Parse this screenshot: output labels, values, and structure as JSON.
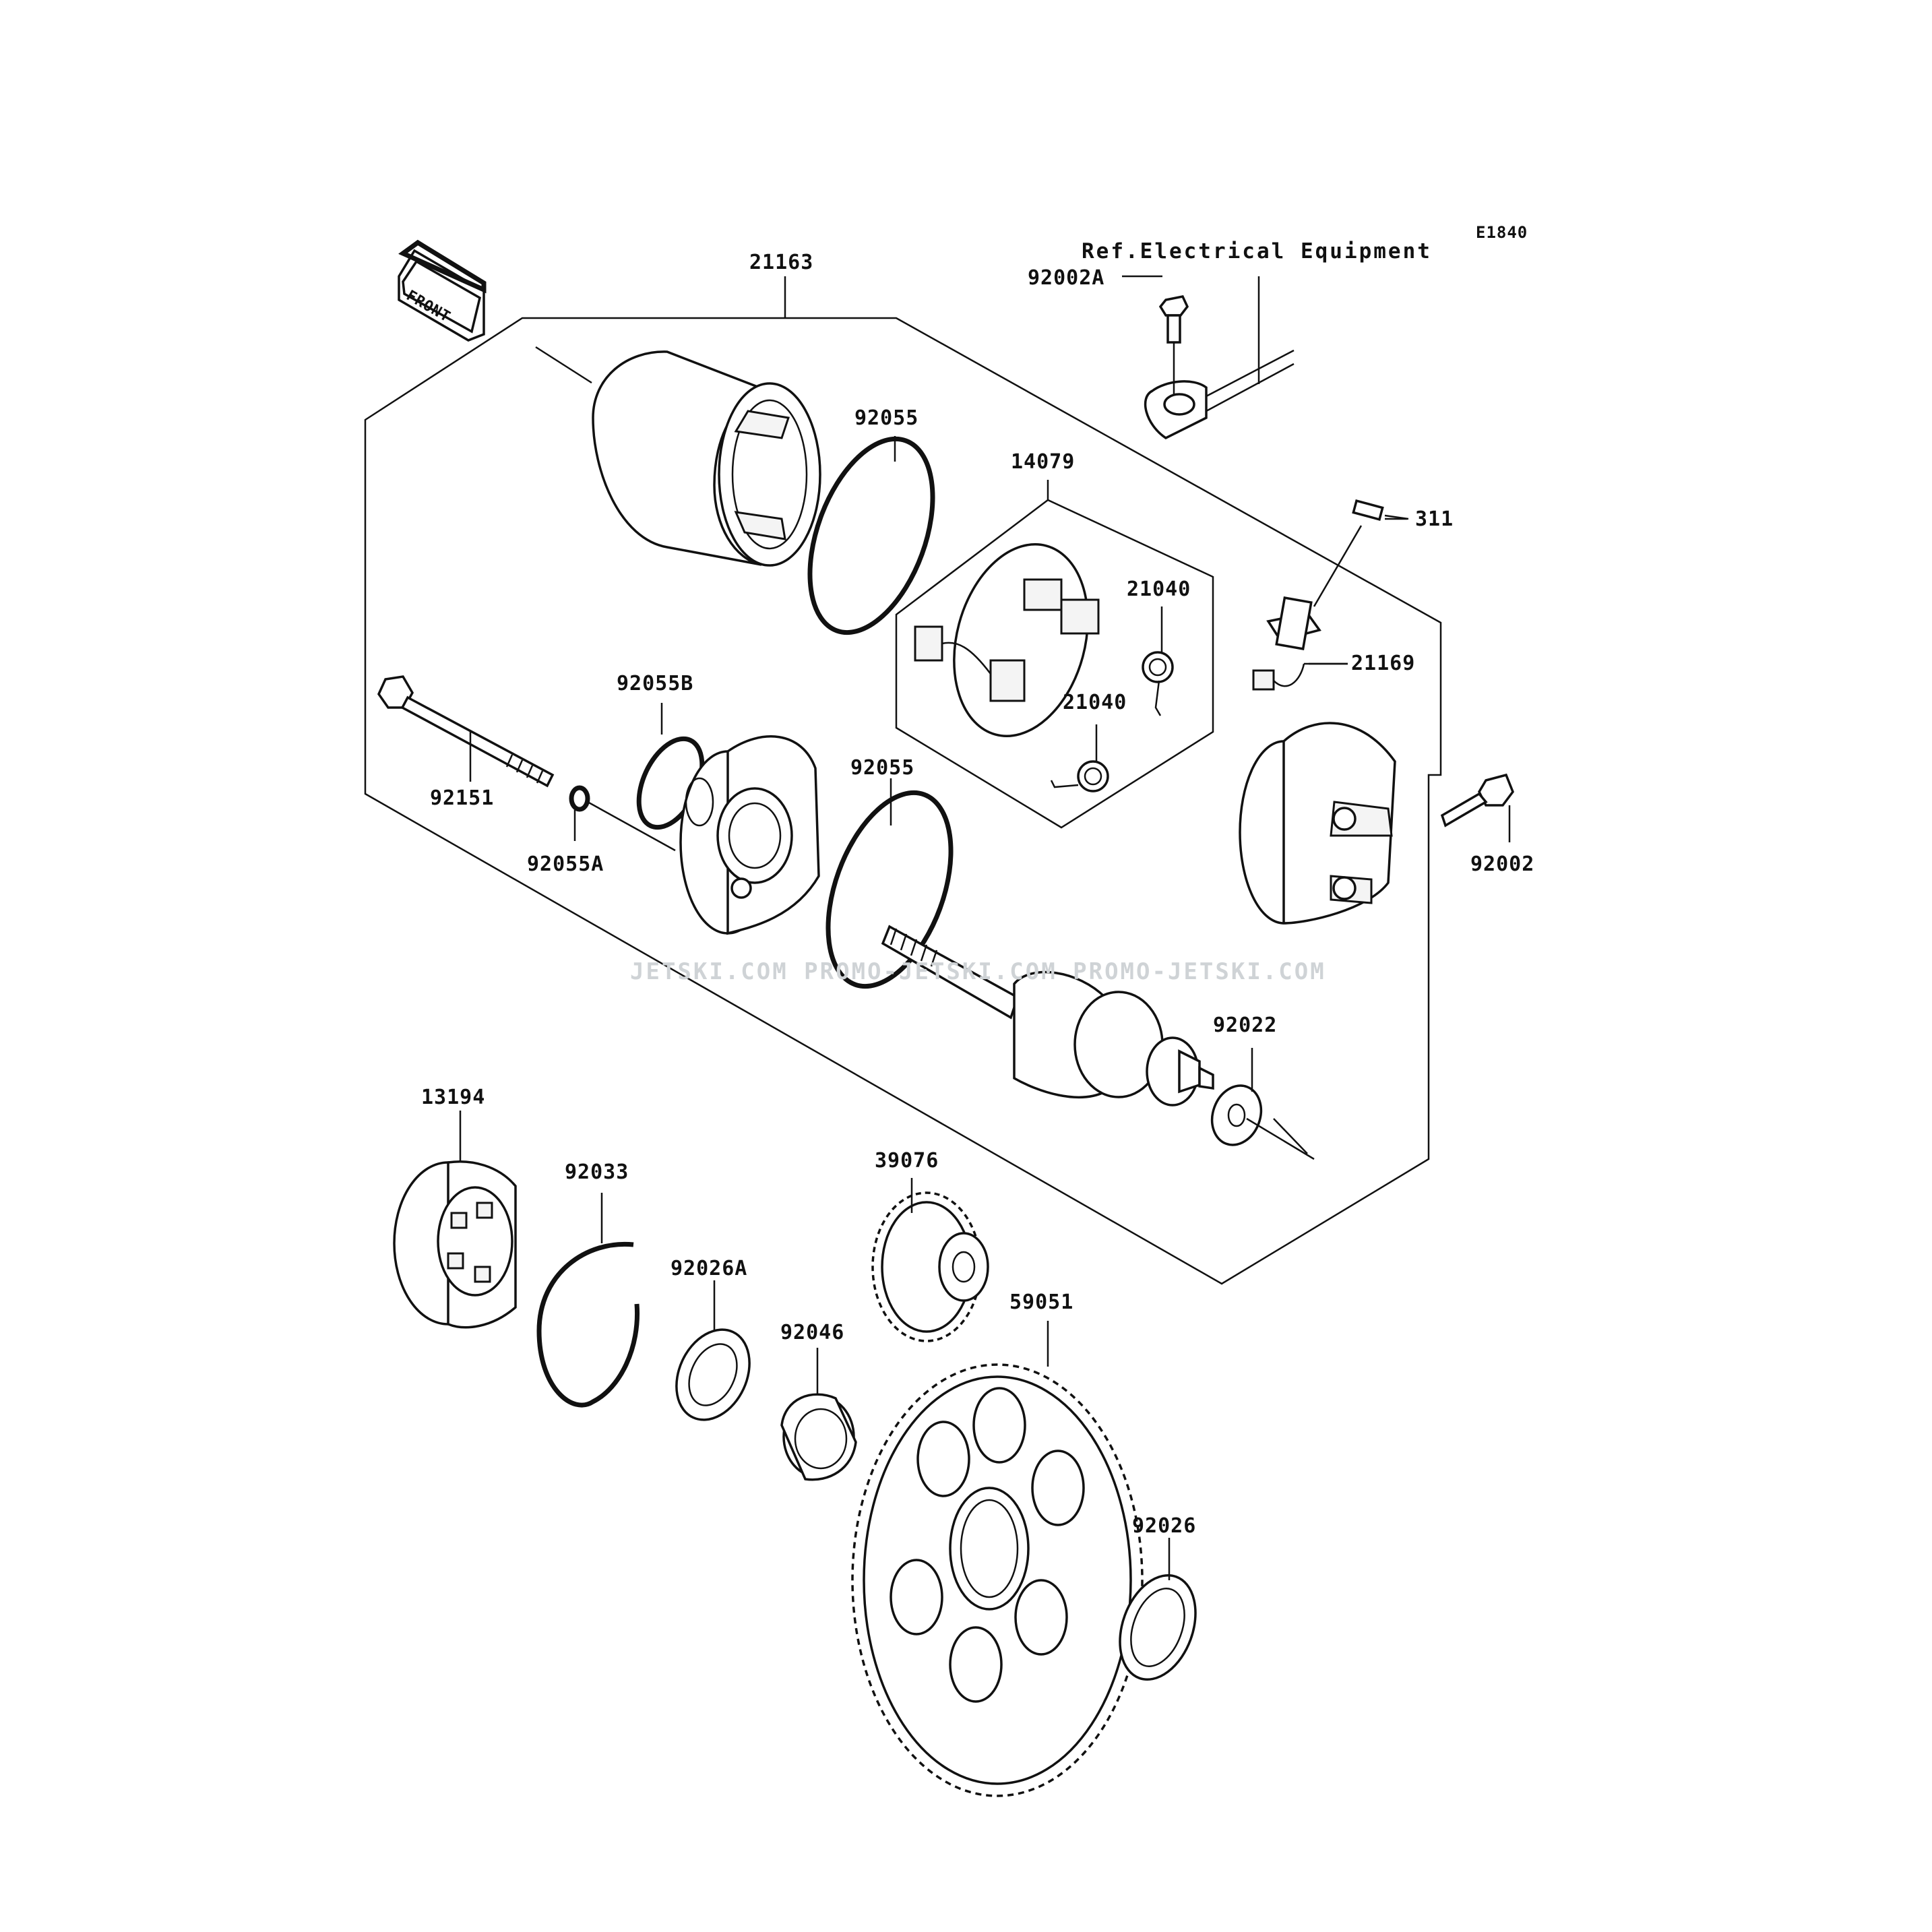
{
  "diagram": {
    "code": "E1840",
    "reference": "Ref.Electrical Equipment",
    "front_label": "FRONT"
  },
  "parts": [
    {
      "id": "p21163",
      "number": "21163"
    },
    {
      "id": "p92002A",
      "number": "92002A"
    },
    {
      "id": "p92055a",
      "number": "92055"
    },
    {
      "id": "p14079",
      "number": "14079"
    },
    {
      "id": "p311",
      "number": "311"
    },
    {
      "id": "p21040a",
      "number": "21040"
    },
    {
      "id": "p21040b",
      "number": "21040"
    },
    {
      "id": "p21169",
      "number": "21169"
    },
    {
      "id": "p92055B",
      "number": "92055B"
    },
    {
      "id": "p92055b",
      "number": "92055"
    },
    {
      "id": "p92151",
      "number": "92151"
    },
    {
      "id": "p92055A",
      "number": "92055A"
    },
    {
      "id": "p92002",
      "number": "92002"
    },
    {
      "id": "p92022",
      "number": "92022"
    },
    {
      "id": "p13194",
      "number": "13194"
    },
    {
      "id": "p92033",
      "number": "92033"
    },
    {
      "id": "p39076",
      "number": "39076"
    },
    {
      "id": "p92026A",
      "number": "92026A"
    },
    {
      "id": "p59051",
      "number": "59051"
    },
    {
      "id": "p92046",
      "number": "92046"
    },
    {
      "id": "p92026",
      "number": "92026"
    }
  ],
  "watermark": "JETSKI.COM  PROMO-JETSKI.COM  PROMO-JETSKI.COM"
}
